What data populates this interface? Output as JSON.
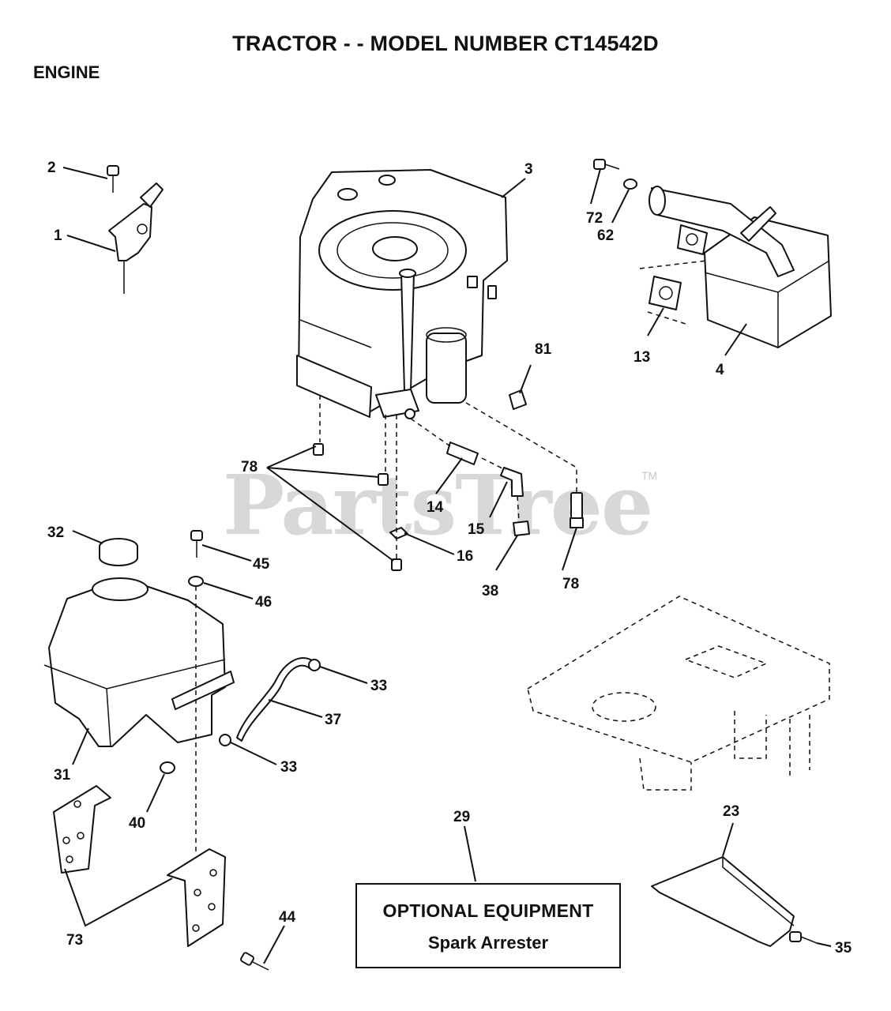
{
  "header": {
    "title": "TRACTOR - - MODEL NUMBER CT14542D",
    "section": "ENGINE"
  },
  "watermark": {
    "text": "PartsTree",
    "tm": "TM"
  },
  "optional_equipment": {
    "title": "OPTIONAL EQUIPMENT",
    "item": "Spark Arrester"
  },
  "callouts": {
    "c1": "1",
    "c2": "2",
    "c3": "3",
    "c4": "4",
    "c13": "13",
    "c14": "14",
    "c15": "15",
    "c16": "16",
    "c23": "23",
    "c29": "29",
    "c31": "31",
    "c32": "32",
    "c33a": "33",
    "c33b": "33",
    "c35": "35",
    "c37": "37",
    "c38": "38",
    "c40": "40",
    "c44": "44",
    "c45": "45",
    "c46": "46",
    "c62": "62",
    "c72": "72",
    "c73": "73",
    "c78a": "78",
    "c78b": "78",
    "c81": "81"
  }
}
